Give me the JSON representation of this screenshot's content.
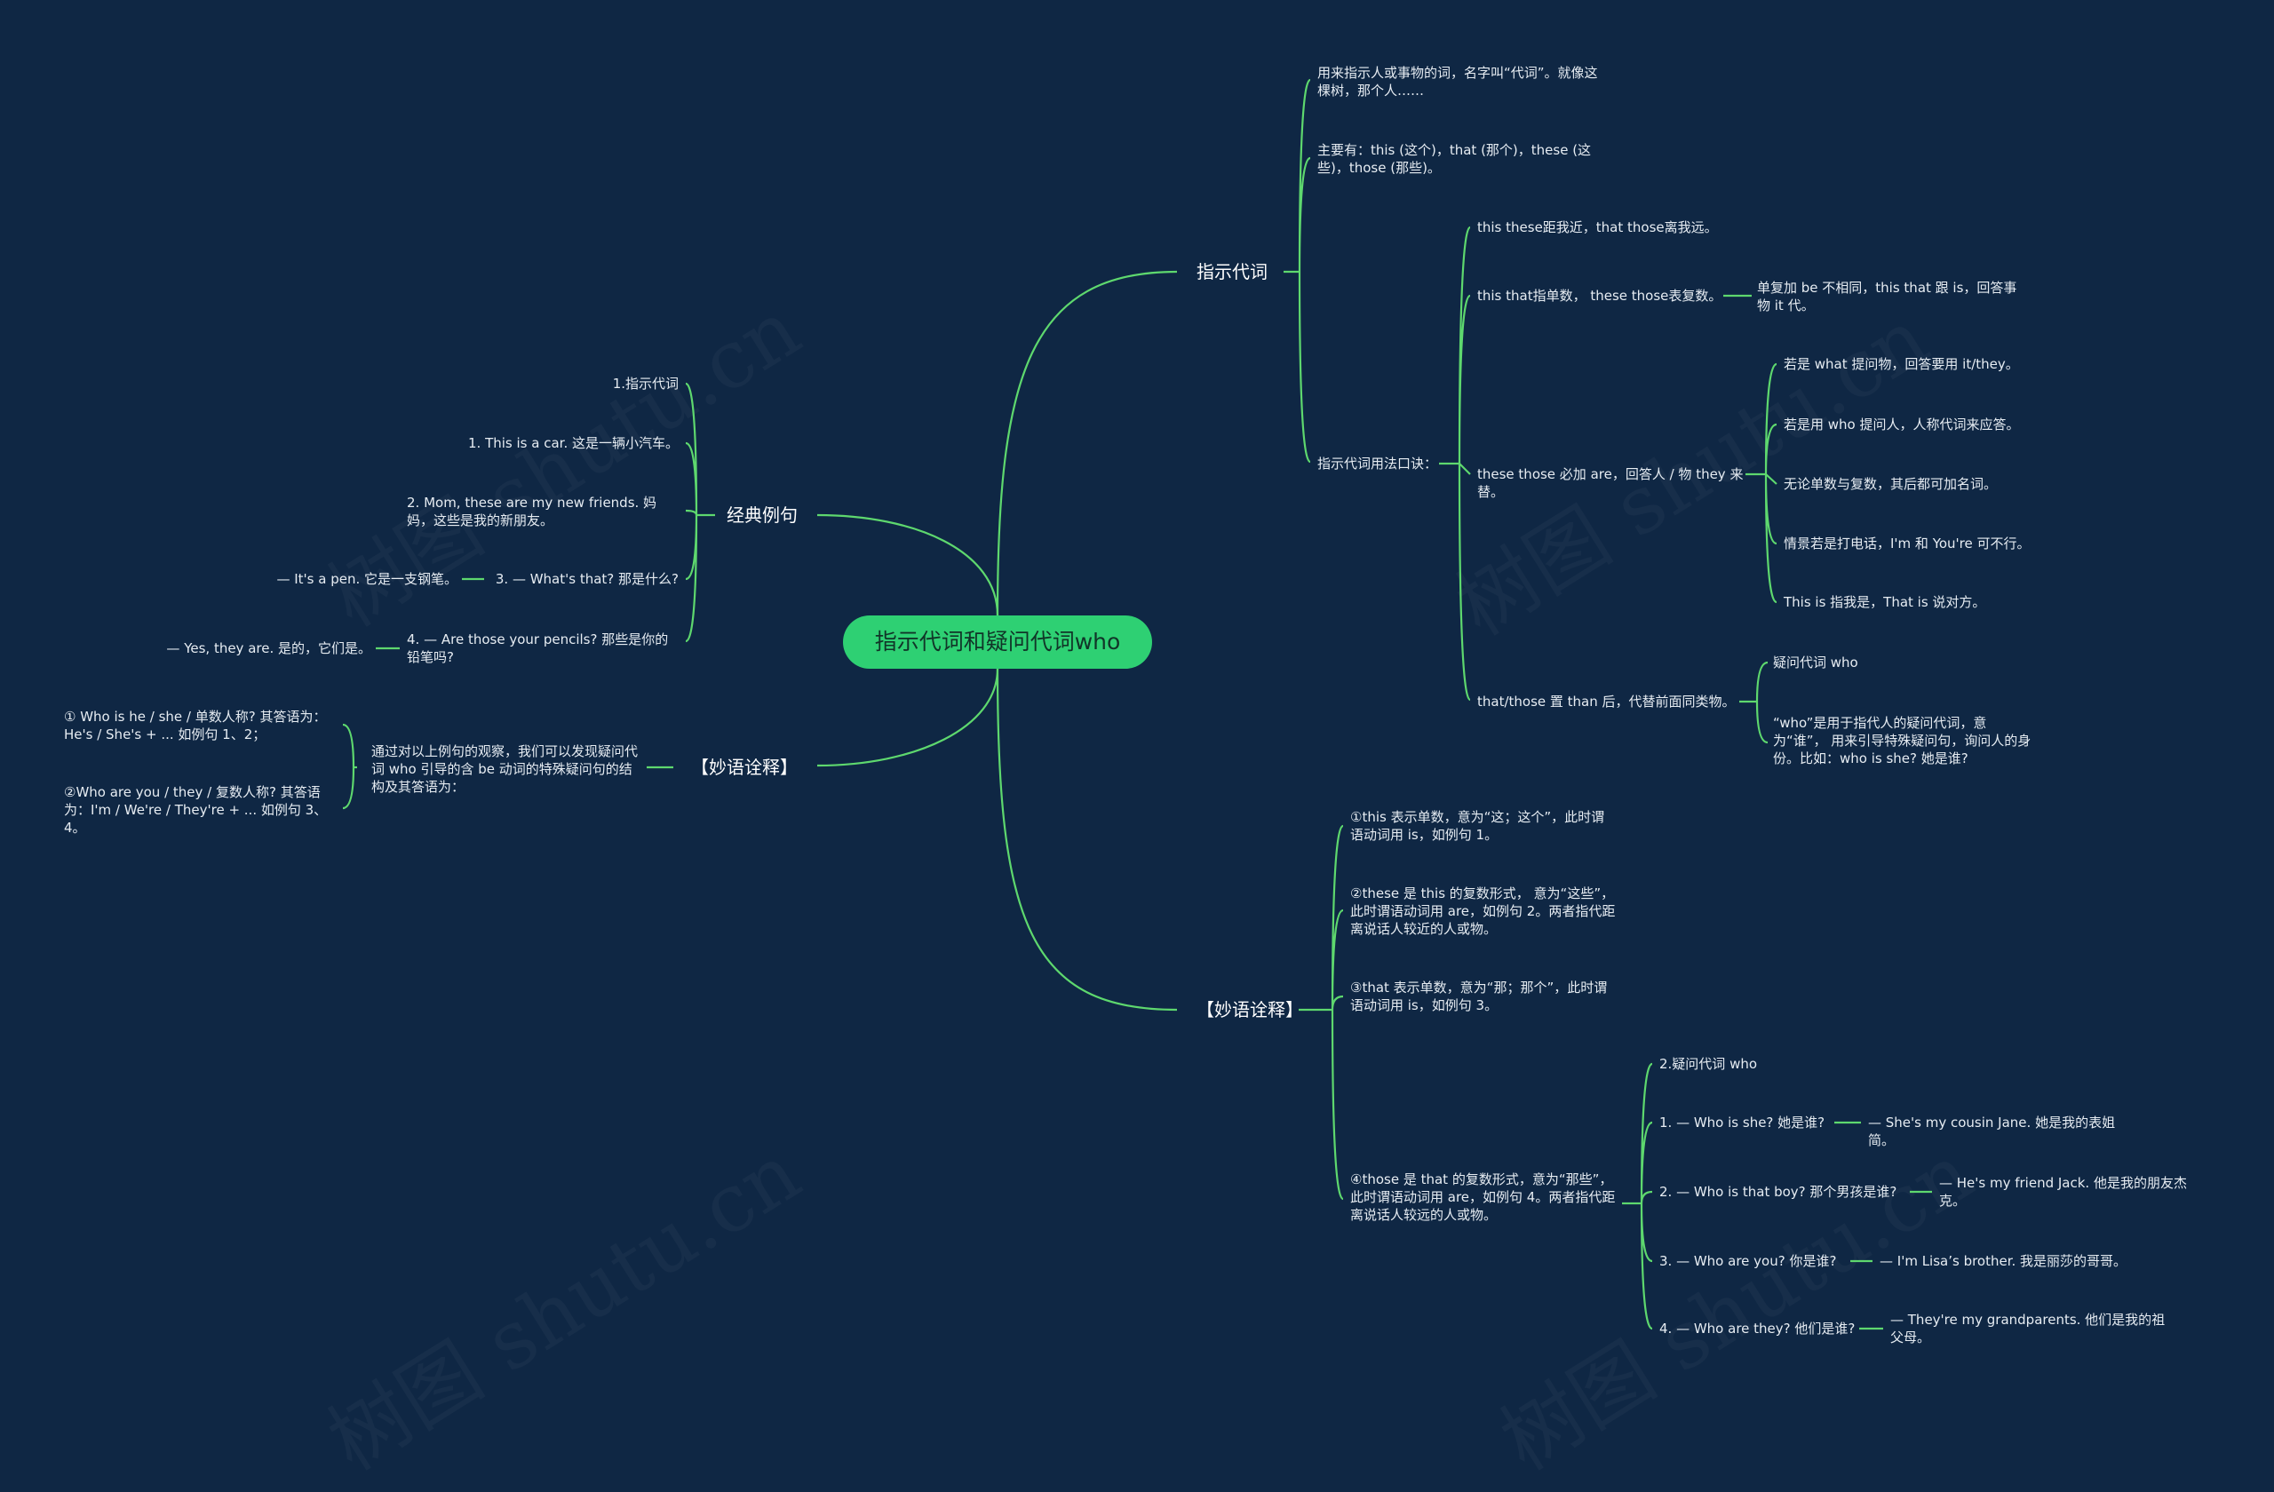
{
  "root": "指示代词和疑问代词who",
  "watermark": "树图 shutu.cn",
  "colors": {
    "background": "#0f2744",
    "line": "#5ed86e",
    "root_fill": "#2ed073"
  },
  "left": {
    "classic": {
      "label": "经典例句",
      "items": [
        "1.指示代词",
        "1. This is a car. 这是一辆小汽车。",
        "2. Mom, these are my new friends. 妈妈，这些是我的新朋友。",
        "3. — What's that? 那是什么?",
        "4. — Are those your pencils? 那些是你的铅笔吗?"
      ],
      "answers": [
        "— It's a pen. 它是一支钢笔。",
        "— Yes, they are. 是的，它们是。"
      ]
    },
    "explain": {
      "label": "【妙语诠释】",
      "text": "通过对以上例句的观察，我们可以发现疑问代词 who 引导的含 be 动词的特殊疑问句的结构及其答语为：",
      "items": [
        "① Who is he / she / 单数人称? 其答语为：He's / She's + ... 如例句 1、2；",
        "②Who are you / they / 复数人称? 其答语为：I'm / We're / They're + ... 如例句 3、4。"
      ]
    }
  },
  "right": {
    "demo": {
      "label": "指示代词",
      "def1": "用来指示人或事物的词，名字叫“代词”。就像这棵树，那个人……",
      "def2": "主要有：this (这个)，that (那个)，these (这些)，those (那些)。",
      "rhyme": "指示代词用法口诀：",
      "r1": "this these距我近，that those离我远。",
      "r2": "this that指单数， these those表复数。",
      "r2a": "单复加 be 不相同，this that 跟 is，回答事物 it 代。",
      "r3": "these those 必加 are，回答人 / 物 they 来替。",
      "r3a": [
        "若是 what 提问物，回答要用 it/they。",
        "若是用 who 提问人，人称代词来应答。",
        "无论单数与复数，其后都可加名词。",
        "情景若是打电话，I'm 和 You're 可不行。",
        "This is 指我是，That is 说对方。"
      ],
      "r4": "that/those 置 than 后，代替前面同类物。",
      "r4a": [
        "疑问代词 who",
        "“who”是用于指代人的疑问代词，意为“谁”， 用来引导特殊疑问句，询问人的身份。比如：who is she? 她是谁?"
      ]
    },
    "explain": {
      "label": "【妙语诠释】",
      "items": [
        "①this 表示单数，意为“这；这个”，此时谓语动词用 is，如例句 1。",
        "②these 是 this 的复数形式， 意为“这些”，此时谓语动词用 are，如例句 2。两者指代距离说话人较近的人或物。",
        "③that 表示单数，意为“那；那个”，此时谓语动词用 is，如例句 3。",
        "④those 是 that 的复数形式，意为“那些”，此时谓语动词用 are，如例句 4。两者指代距离说话人较远的人或物。"
      ],
      "who_title": "2.疑问代词 who",
      "questions": [
        "1. — Who is she? 她是谁?",
        "2. — Who is that boy? 那个男孩是谁?",
        "3. — Who are you? 你是谁?",
        "4. — Who are they? 他们是谁?"
      ],
      "answers": [
        "— She's my cousin Jane. 她是我的表姐简。",
        "— He's my friend Jack. 他是我的朋友杰克。",
        "— I'm Lisa’s brother. 我是丽莎的哥哥。",
        "— They're my grandparents. 他们是我的祖父母。"
      ]
    }
  }
}
